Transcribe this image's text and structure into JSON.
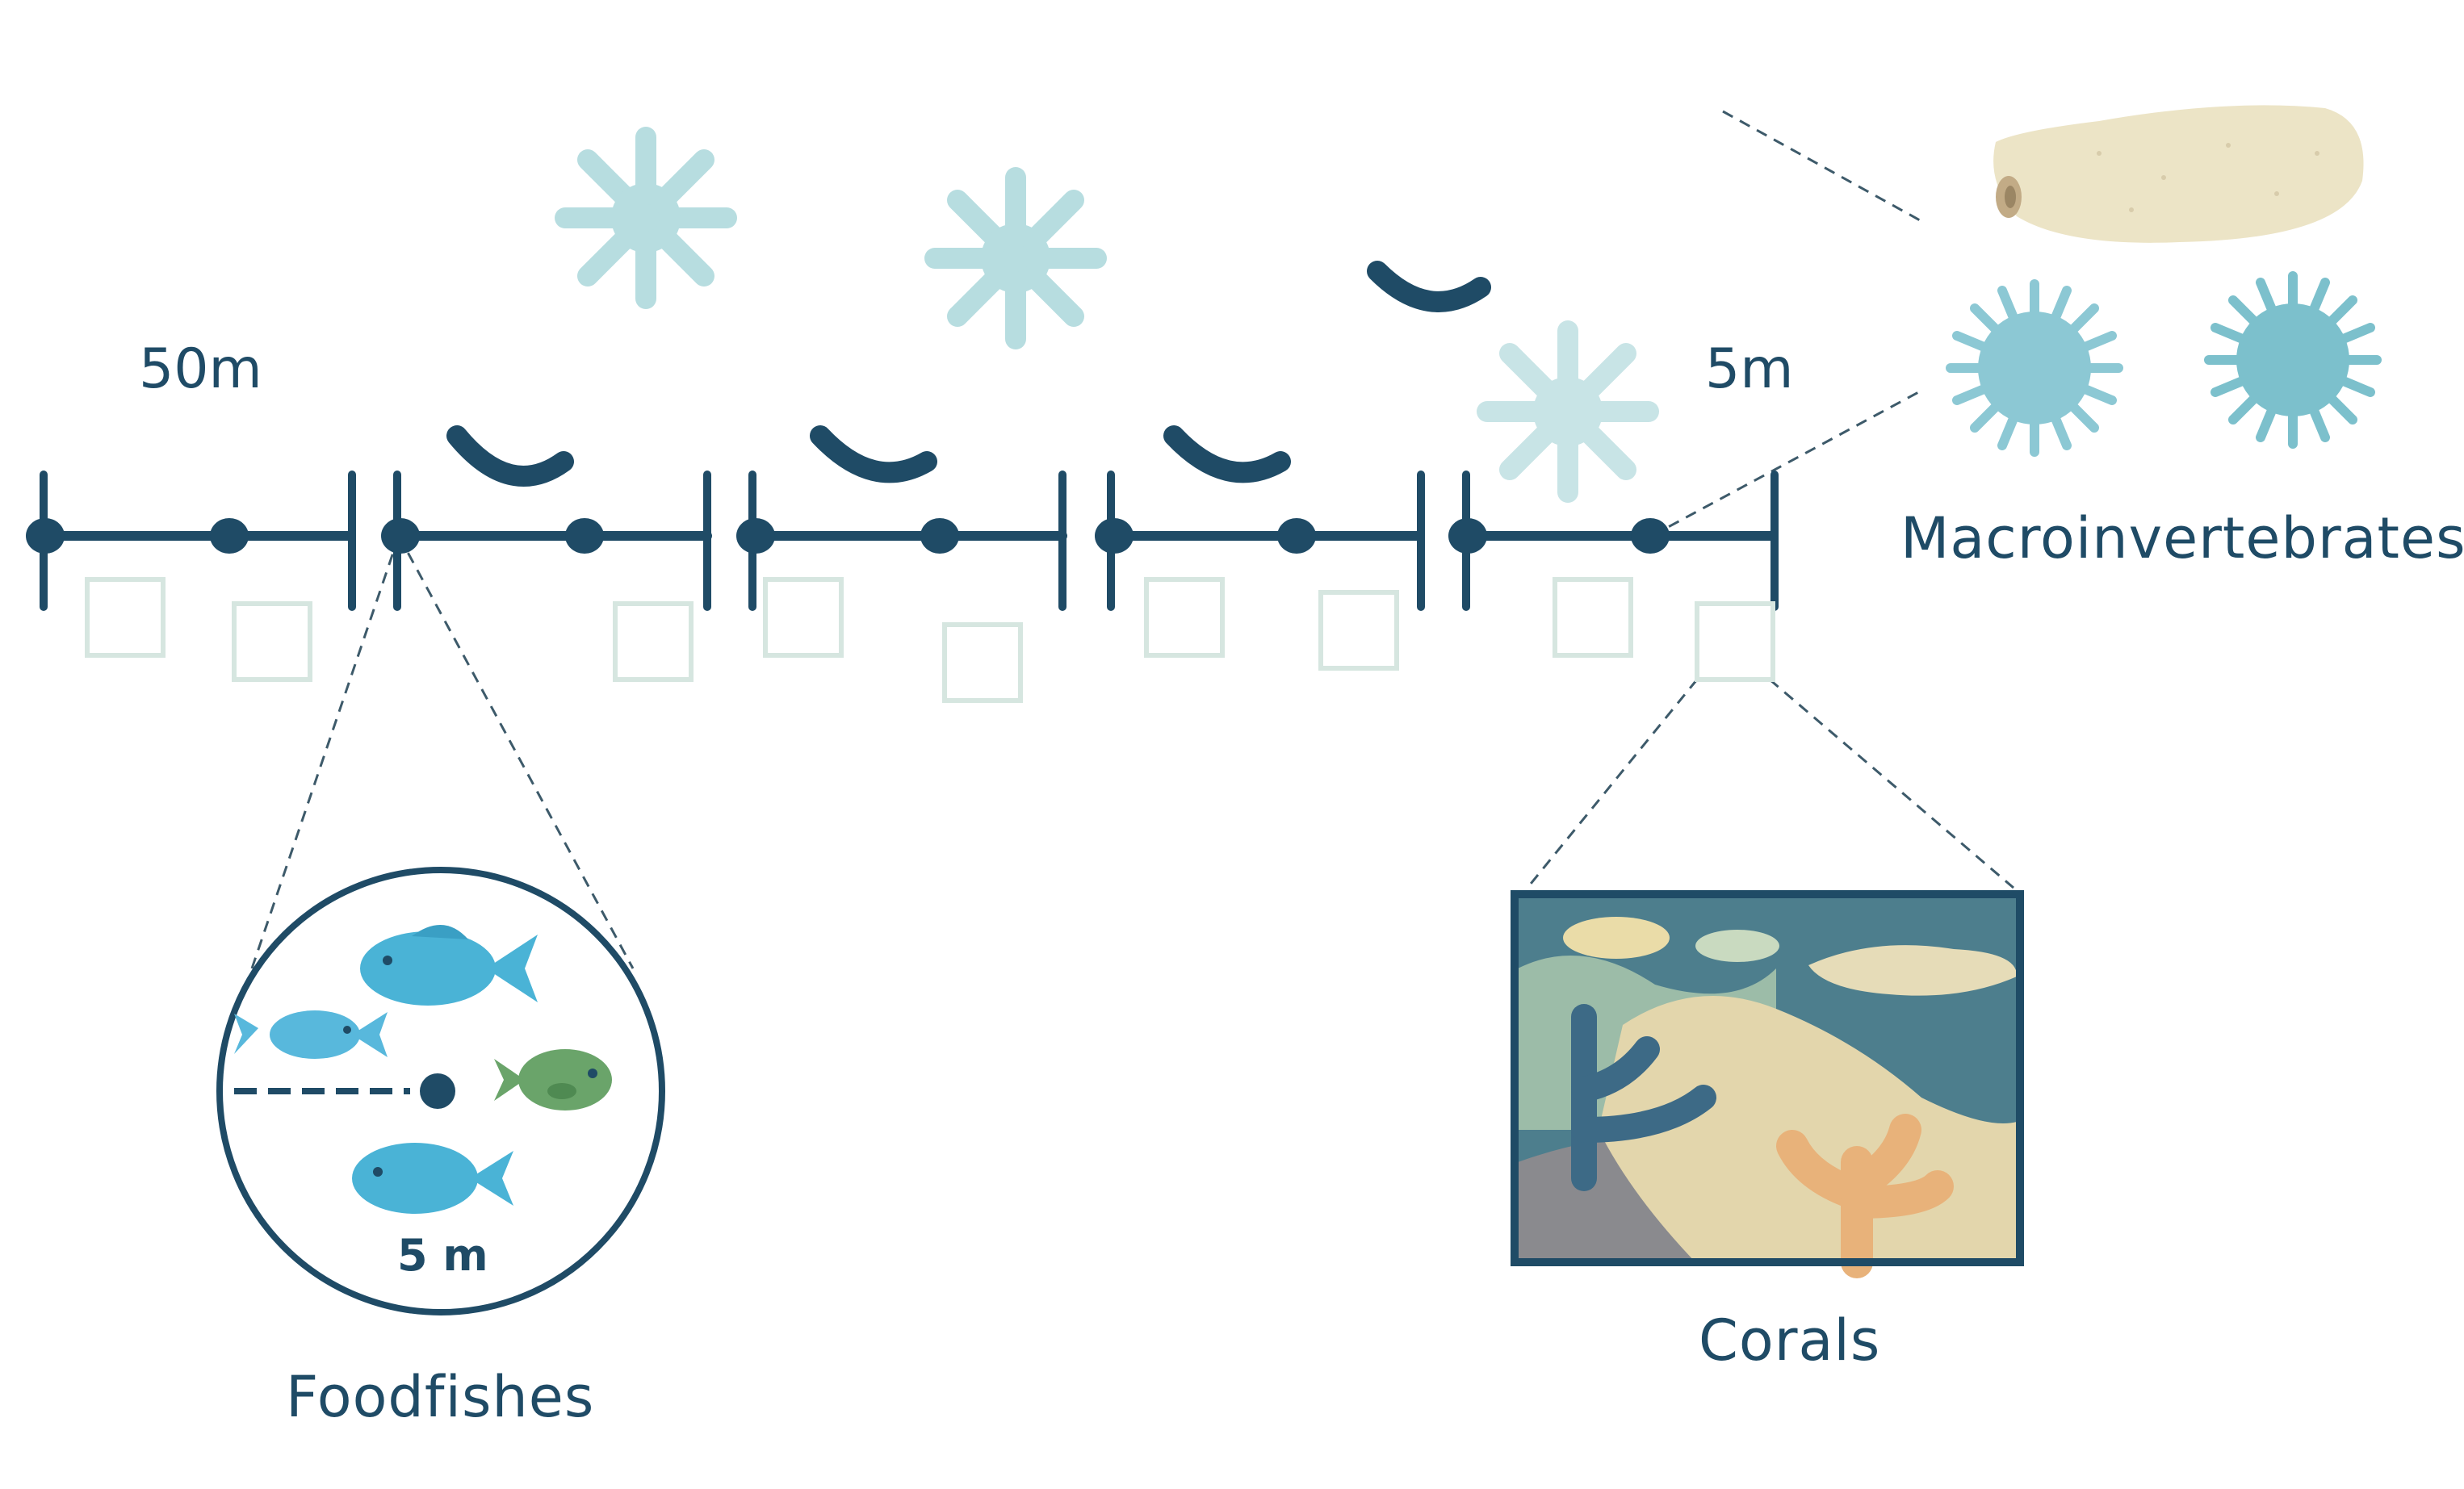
{
  "labels": {
    "transect_length": "50m",
    "segment_length": "5m",
    "macroinvertebrates": "Macroinvertebrates",
    "foodfishes": "Foodfishes",
    "corals": "Corals",
    "fish_radius": "5 m"
  },
  "colors": {
    "line": "#1f4b66",
    "quadrat": "#d6e6e0",
    "fish_blue": "#4ab3d6",
    "fish_green": "#6aa46a",
    "coral_branch": "#b7dde0",
    "urchin": "#8cc8d4",
    "sea_cucumber": "#ece4c6"
  }
}
